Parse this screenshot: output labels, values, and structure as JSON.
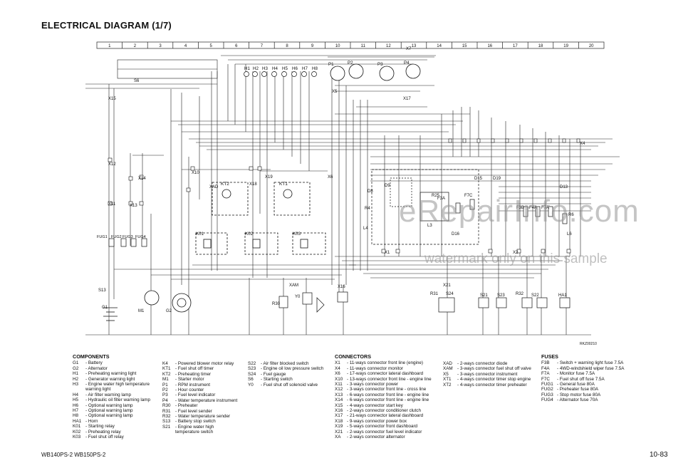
{
  "title": "ELECTRICAL DIAGRAM (1/7)",
  "column_numbers": [
    "1",
    "2",
    "3",
    "4",
    "5",
    "6",
    "7",
    "8",
    "9",
    "10",
    "11",
    "12",
    "13",
    "14",
    "15",
    "16",
    "17",
    "18",
    "19",
    "20"
  ],
  "diagram_labels": {
    "lamps": [
      "H1",
      "H2",
      "H3",
      "H4",
      "H5",
      "H6",
      "H7",
      "H8"
    ],
    "gauges": [
      "P1",
      "P2",
      "P3",
      "P4"
    ],
    "relays": [
      "K01",
      "K02",
      "K03"
    ],
    "timers": [
      "KT2",
      "KT1"
    ],
    "fuses": [
      "FUG1",
      "FUG2",
      "FUG3",
      "FUG4"
    ],
    "misc": [
      "S6",
      "S13",
      "G1",
      "M1",
      "G2",
      "R30",
      "Y0",
      "XAM",
      "X16",
      "R31",
      "S24",
      "S21",
      "S23",
      "R32",
      "S22",
      "HA1",
      "X21",
      "R25",
      "F3A",
      "F7C",
      "D15",
      "D16",
      "D19",
      "D13",
      "F3B",
      "F4A",
      "F7A",
      "R6",
      "L6",
      "L4",
      "R4",
      "L3",
      "D9",
      "D8",
      "X1",
      "X2",
      "X5",
      "X6",
      "X7",
      "X10",
      "X11",
      "X12",
      "X13",
      "X14",
      "X15",
      "X17",
      "X18",
      "X19",
      "XAD",
      "X4"
    ],
    "ref_code": "RKZ00210"
  },
  "components": {
    "heading": "COMPONENTS",
    "col1": [
      [
        "G1",
        "- Battery"
      ],
      [
        "G2",
        "- Alternator"
      ],
      [
        "H1",
        "- Preheating warning light"
      ],
      [
        "H2",
        "- Generator warning light"
      ],
      [
        "H3",
        "- Engine water high temperature"
      ],
      [
        "",
        "warning light"
      ],
      [
        "H4",
        "- Air filter warning lamp"
      ],
      [
        "H5",
        "- Hydraulic oil filter warning lamp"
      ],
      [
        "H6",
        "- Optional warning lamp"
      ],
      [
        "H7",
        "- Optional warning lamp"
      ],
      [
        "H8",
        "- Optional warning lamp"
      ],
      [
        "HA1",
        "- Horn"
      ],
      [
        "K01",
        "- Starting relay"
      ],
      [
        "K02",
        "- Preheating relay"
      ],
      [
        "K03",
        "- Fuel shut off relay"
      ]
    ],
    "col2": [
      [
        "K4",
        "- Powered blower motor relay"
      ],
      [
        "KT1",
        "- Fuel shut off timer"
      ],
      [
        "KT2",
        "- Preheating timer"
      ],
      [
        "M1",
        "- Starter motor"
      ],
      [
        "P1",
        "- RPM instrument"
      ],
      [
        "P2",
        "- Hour counter"
      ],
      [
        "P3",
        "- Fuel level indicator"
      ],
      [
        "P4",
        "- Water temperature instrument"
      ],
      [
        "R30",
        "- Preheater"
      ],
      [
        "R31",
        "- Fuel level sender"
      ],
      [
        "R32",
        "- Water temperature sender"
      ],
      [
        "S13",
        "- Battery stop switch"
      ],
      [
        "S21",
        "- Engine water high"
      ],
      [
        "",
        "temperature switch"
      ]
    ],
    "col3": [
      [
        "S22",
        "- Air filter blocked switch"
      ],
      [
        "S23",
        "- Engine oil low pressure switch"
      ],
      [
        "S24",
        "- Fuel gauge"
      ],
      [
        "S6",
        "- Starting switch"
      ],
      [
        "Y0",
        "- Fuel shut off solenoid valve"
      ]
    ]
  },
  "connectors": {
    "heading": "CONNECTORS",
    "col1": [
      [
        "X1",
        "- 11-ways connector front line (engine)"
      ],
      [
        "X4",
        "- 11-ways connector monitor"
      ],
      [
        "X6",
        "- 17-ways connector lateral dashboard"
      ],
      [
        "X10",
        "- 13-ways connector front line - engine line"
      ],
      [
        "X11",
        "- 3-ways connector power"
      ],
      [
        "X12",
        "- 3-ways connector front line - cross line"
      ],
      [
        "X13",
        "- 6-ways connector front line - engine line"
      ],
      [
        "X14",
        "- 6-ways connector front line - engine line"
      ],
      [
        "X15",
        "- 4-ways connector start key"
      ],
      [
        "X16",
        "- 2-ways connector conditioner clutch"
      ],
      [
        "X17",
        "- 21-ways connector lateral dashboard"
      ],
      [
        "X18",
        "- 9-ways connector power box"
      ],
      [
        "X19",
        "- 5-ways connector front dashboard"
      ],
      [
        "X21",
        "- 2-ways connector fuel level indicator"
      ],
      [
        "XA",
        "- 2-ways connector alternator"
      ]
    ],
    "col2": [
      [
        "XAD",
        "- 2-ways connector diode"
      ],
      [
        "XAM",
        "- 3-ways connector fuel shut off valve"
      ],
      [
        "X5",
        "- 3-ways connector instrument"
      ],
      [
        "XT1",
        "- 4-ways connector timer stop engine"
      ],
      [
        "XT2",
        "- 4-ways connector timer preheater"
      ]
    ]
  },
  "fuses": {
    "heading": "FUSES",
    "items": [
      [
        "F3B",
        "- Switch + warning light fuse 7.5A"
      ],
      [
        "F4A",
        "- 4WD-windshield wiper fuse 7.5A"
      ],
      [
        "F7A",
        "- Monitor fuse 7.5A"
      ],
      [
        "F7C",
        "- Fuel shut off fuse 7.5A"
      ],
      [
        "FUG1",
        "- General fuse 80A"
      ],
      [
        "FUG2",
        "- Preheater fuse 80A"
      ],
      [
        "FUG3",
        "- Stop motor fuse 80A"
      ],
      [
        "FUG4",
        "- Alternator fuse 70A"
      ]
    ]
  },
  "footer": {
    "models": "WB140PS-2   WB150PS-2",
    "page": "10-83"
  },
  "watermark": {
    "main": "eRepairInfo.com",
    "sub": "watermark only on this sample"
  }
}
